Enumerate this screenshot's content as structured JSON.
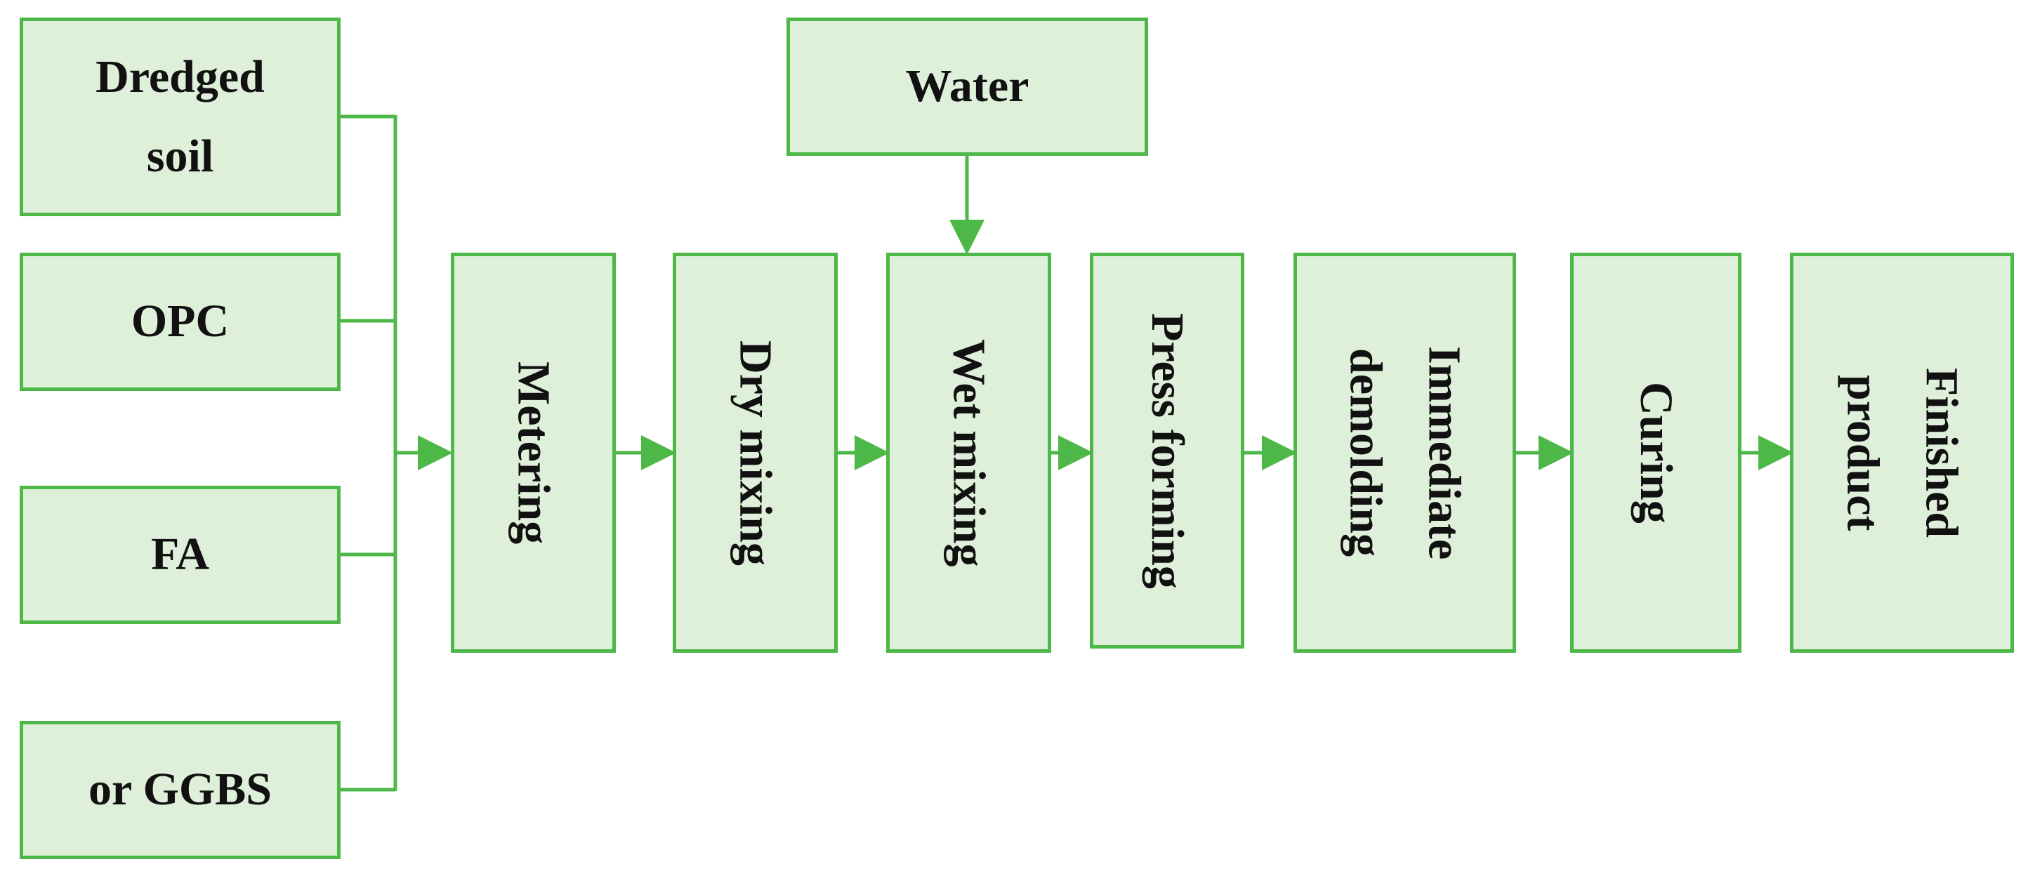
{
  "colors": {
    "box_fill": "#dff0da",
    "box_border": "#4db848",
    "connector": "#4db848",
    "text": "#111111"
  },
  "inputs": [
    {
      "label": "Dredged\nsoil"
    },
    {
      "label": "OPC"
    },
    {
      "label": "FA"
    },
    {
      "label": "or GGBS"
    }
  ],
  "water": {
    "label": "Water"
  },
  "steps": [
    {
      "label": "Metering"
    },
    {
      "label": "Dry mixing"
    },
    {
      "label": "Wet mixing"
    },
    {
      "label": "Press forming"
    },
    {
      "label": "Immediate\ndemolding"
    },
    {
      "label": "Curing"
    },
    {
      "label": "Finished\nproduct"
    }
  ]
}
